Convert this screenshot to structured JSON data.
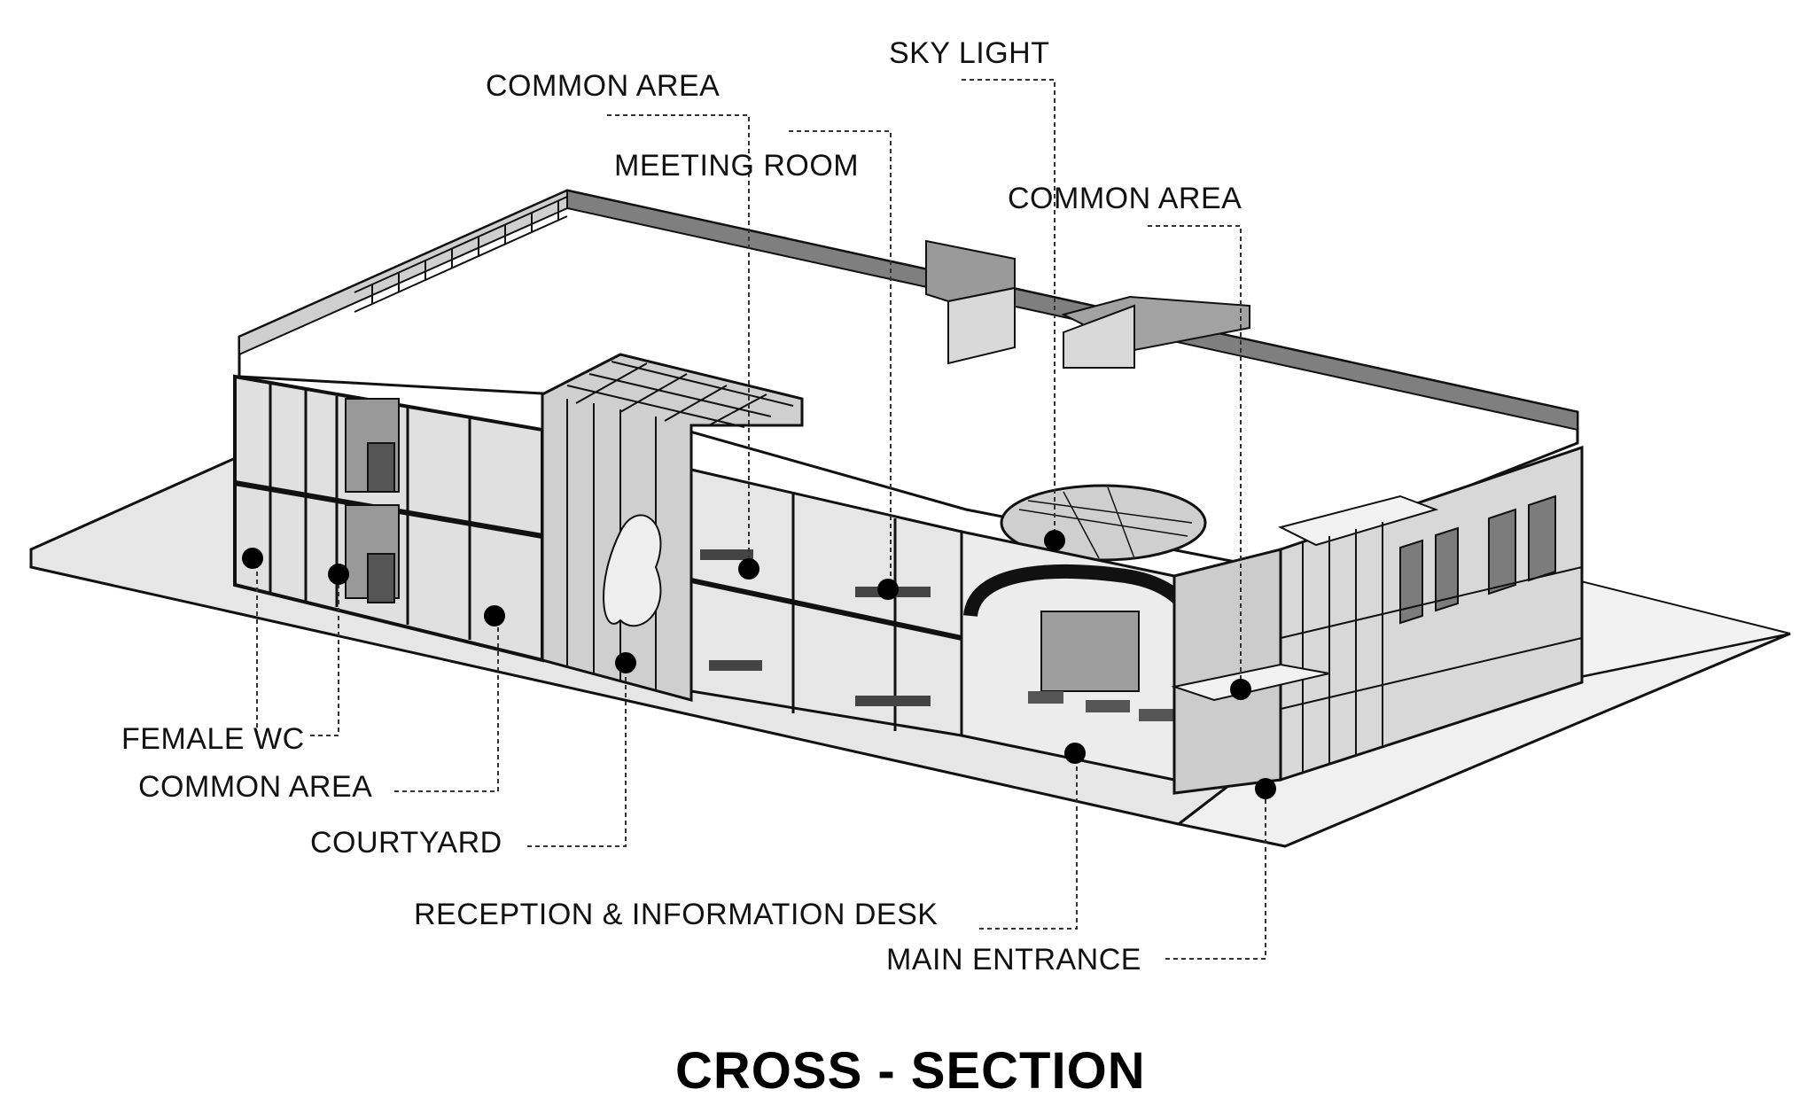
{
  "diagram": {
    "title": "CROSS - SECTION",
    "labels": {
      "sky_light": "SKY LIGHT",
      "common_area_top": "COMMON AREA",
      "meeting_room": "MEETING ROOM",
      "common_area_right": "COMMON AREA",
      "female_wc": "FEMALE WC",
      "common_area_left": "COMMON AREA",
      "courtyard": "COURTYARD",
      "reception": "RECEPTION & INFORMATION DESK",
      "main_entrance": "MAIN ENTRANCE"
    }
  },
  "colors": {
    "line": "#111111",
    "wall_fill": "#e4e4e4",
    "roof_fill": "#ffffff",
    "shadow_fill": "#8c8c8c",
    "glass_fill": "#d2d2d2"
  }
}
